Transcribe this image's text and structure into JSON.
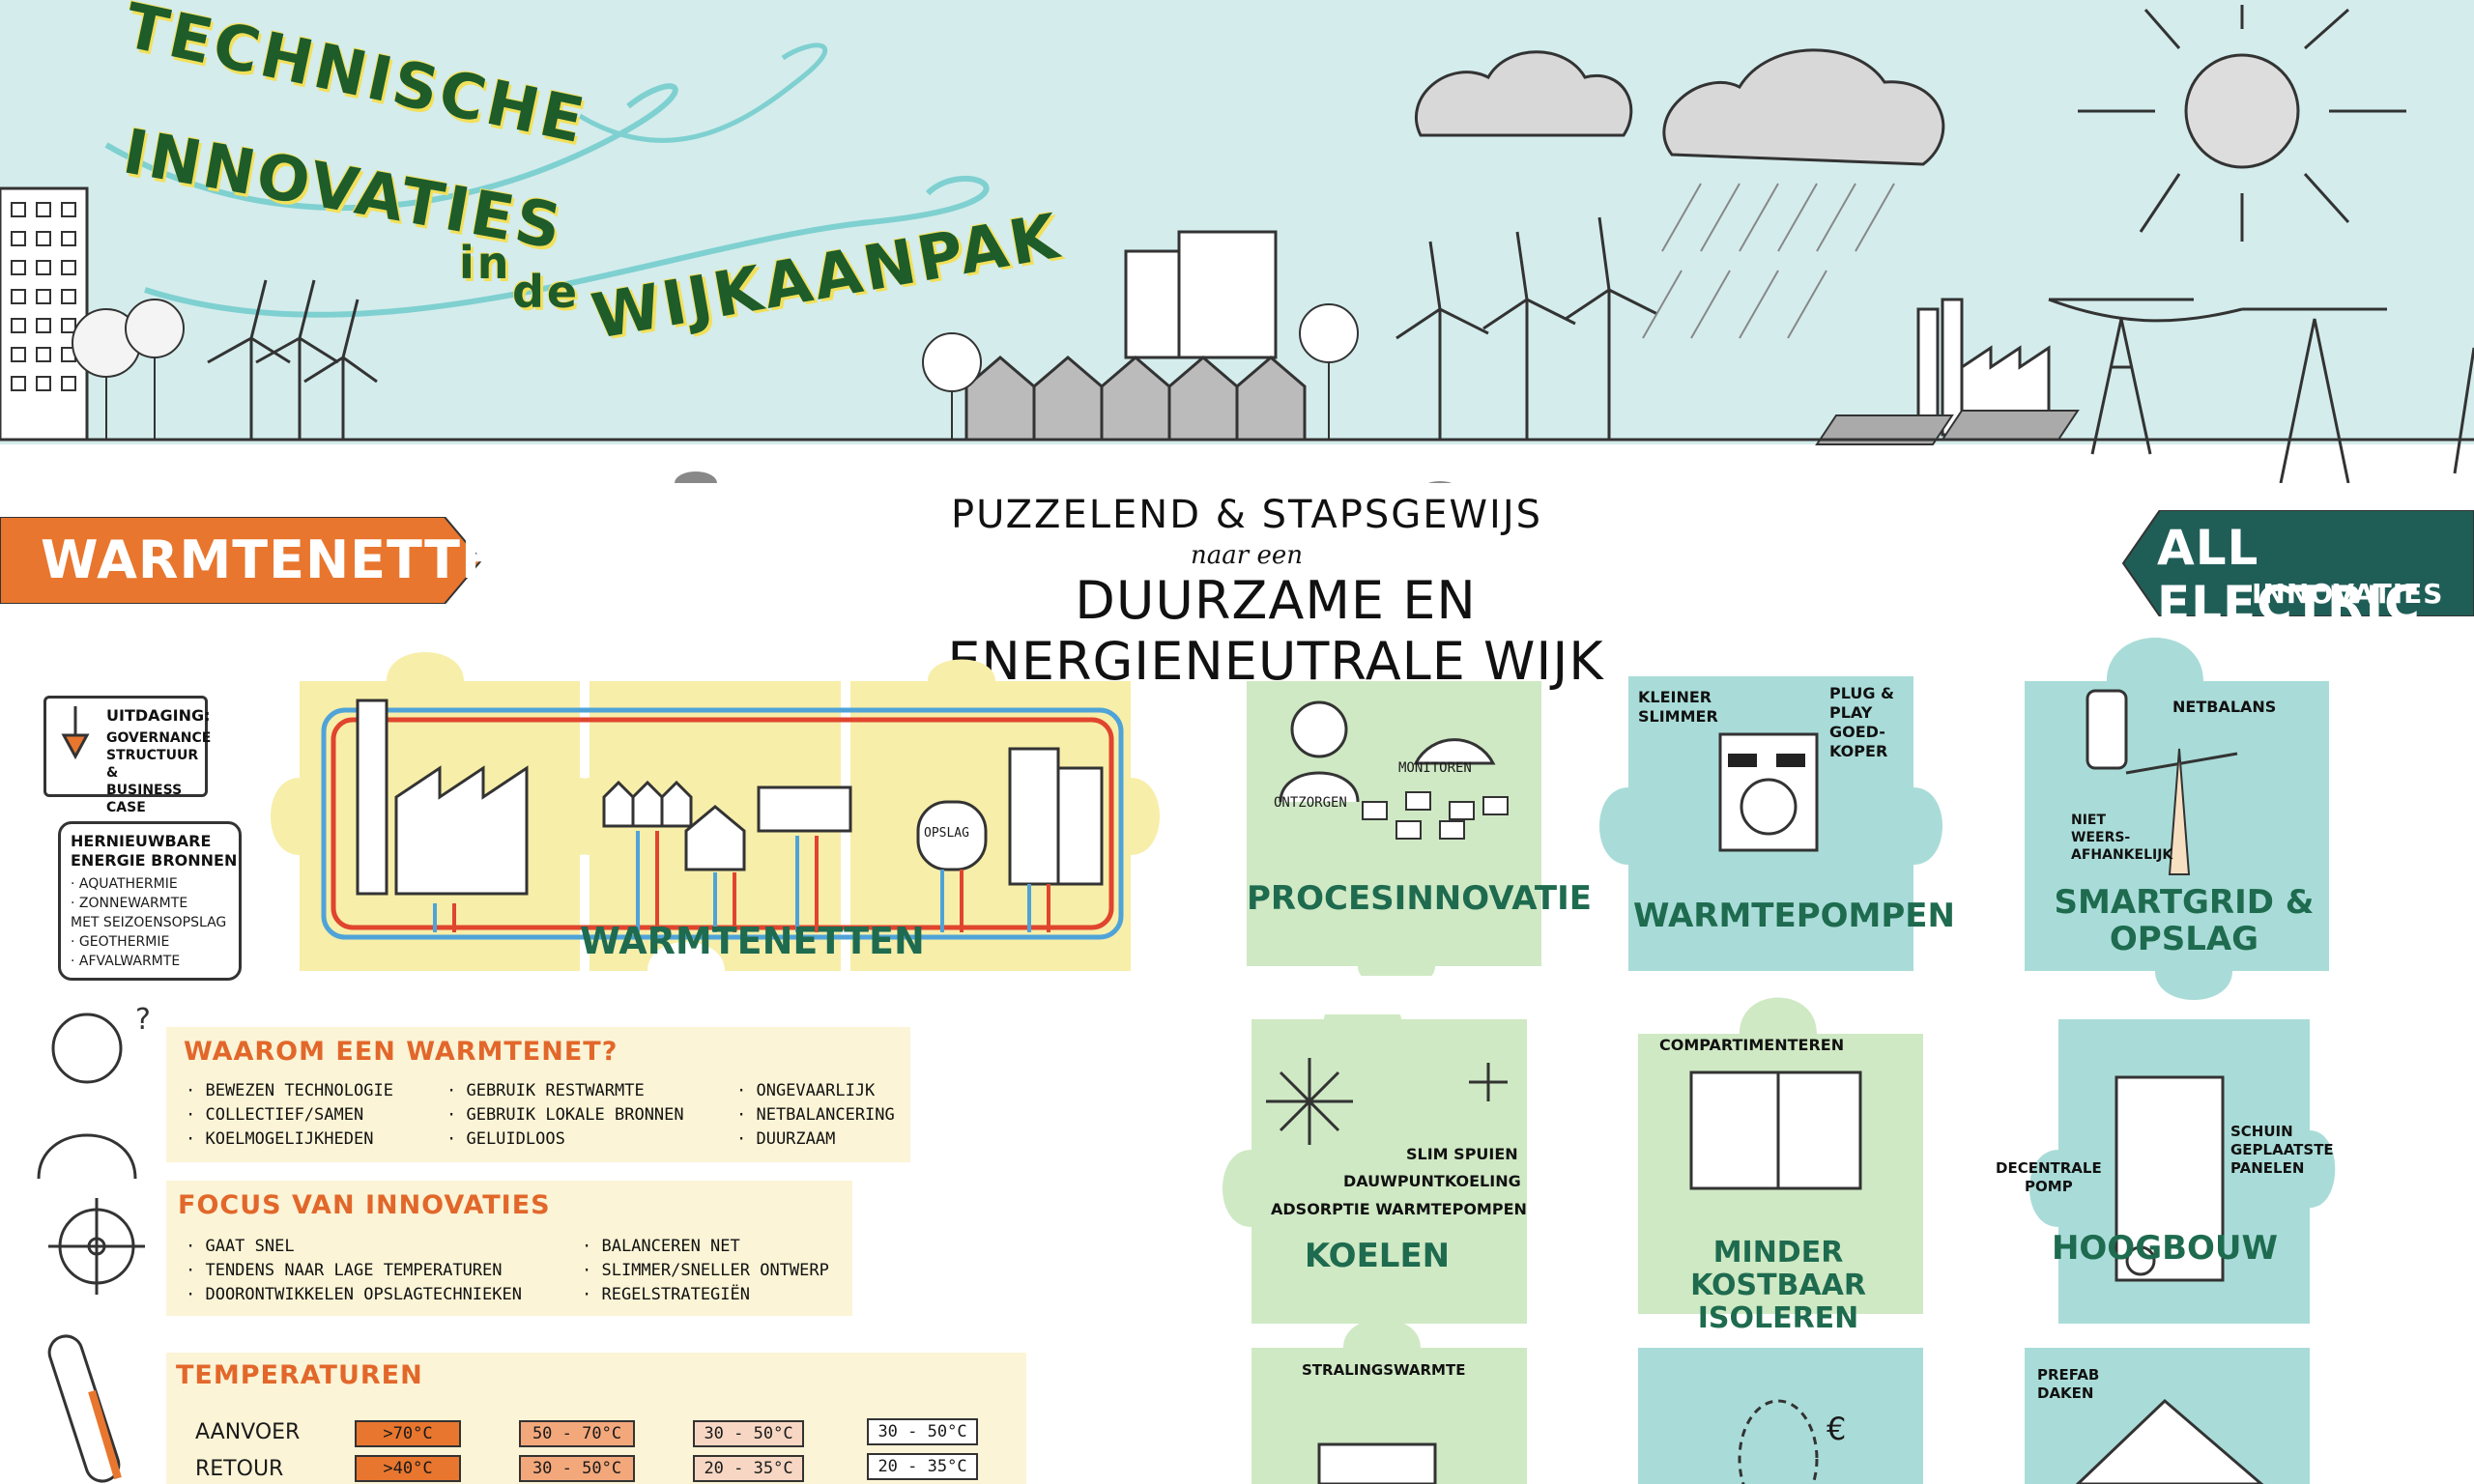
{
  "header": {
    "title_line1": "TECHNISCHE",
    "title_line2": "INNOVATIES",
    "title_in": "in",
    "title_de": "de",
    "title_wijk": "WIJKAANPAK"
  },
  "banners": {
    "left": "WARMTENETTEN",
    "right_line1": "ALL ELECTRIC",
    "right_line2": "INNOVATIES"
  },
  "subtitle": {
    "line1": "PUZZELEND & STAPSGEWIJS",
    "line2": "naar een",
    "line3": "DUURZAME EN ENERGIENEUTRALE WIJK"
  },
  "challenge": {
    "heading": "UITDAGING:",
    "items": [
      "GOVERNANCE",
      "STRUCTUUR &",
      "BUSINESS CASE"
    ]
  },
  "sources": {
    "heading1": "HERNIEUWBARE",
    "heading2": "ENERGIE BRONNEN",
    "items": [
      "· AQUATHERMIE",
      "· ZONNEWARMTE",
      "  MET SEIZOENSOPSLAG",
      "· GEOTHERMIE",
      "· AFVALWARMTE"
    ]
  },
  "heatnet": {
    "caption": "WARMTENETTEN",
    "storage_label": "OPSLAG"
  },
  "why": {
    "title": "WAAROM EEN WARMTENET?",
    "col1": [
      "· BEWEZEN TECHNOLOGIE",
      "· COLLECTIEF/SAMEN",
      "· KOELMOGELIJKHEDEN"
    ],
    "col2": [
      "· GEBRUIK RESTWARMTE",
      "· GEBRUIK LOKALE BRONNEN",
      "· GELUIDLOOS"
    ],
    "col3": [
      "· ONGEVAARLIJK",
      "· NETBALANCERING",
      "· DUURZAAM"
    ]
  },
  "focus": {
    "title": "FOCUS VAN INNOVATIES",
    "col1": [
      "· GAAT SNEL",
      "· TENDENS NAAR LAGE TEMPERATUREN",
      "· DOORONTWIKKELEN OPSLAGTECHNIEKEN"
    ],
    "col2": [
      "· BALANCEREN NET",
      "· SLIMMER/SNELLER ONTWERP",
      "· REGELSTRATEGIËN"
    ]
  },
  "temps": {
    "title": "TEMPERATUREN",
    "row1_label": "AANVOER",
    "row2_label": "RETOUR",
    "row1": [
      ">70°C",
      "50 - 70°C",
      "30 - 50°C",
      "30 - 50°C"
    ],
    "row2": [
      ">40°C",
      "30 - 50°C",
      "20 - 35°C",
      "20 - 35°C"
    ]
  },
  "puzzles": {
    "proces": {
      "caption": "PROCESINNOVATIE",
      "label_monitoren": "MONITOREN",
      "label_ontzorgen": "ONTZORGEN"
    },
    "warmtepompen": {
      "caption": "WARMTEPOMPEN",
      "label_kleiner1": "KLEINER",
      "label_kleiner2": "SLIMMER",
      "label_plug1": "PLUG &",
      "label_plug2": "PLAY",
      "label_plug3": "GOED-",
      "label_plug4": "KOPER"
    },
    "smartgrid": {
      "caption1": "SMARTGRID &",
      "caption2": "OPSLAG",
      "label_netbalans": "NETBALANS",
      "label_niet1": "NIET",
      "label_niet2": "WEERS-",
      "label_niet3": "AFHANKELIJK"
    },
    "koelen": {
      "caption": "KOELEN",
      "label1": "SLIM SPUIEN",
      "label2": "DAUWPUNTKOELING",
      "label3": "ADSORPTIE WARMTEPOMPEN"
    },
    "isoleren": {
      "caption1": "MINDER KOSTBAAR",
      "caption2": "ISOLEREN",
      "label": "COMPARTIMENTEREN"
    },
    "hoogbouw": {
      "caption": "HOOGBOUW",
      "label_schuin1": "SCHUIN",
      "label_schuin2": "GEPLAATSTE",
      "label_schuin3": "PANELEN",
      "label_dec1": "DECENTRALE",
      "label_dec2": "POMP"
    },
    "straling": {
      "label": "STRALINGSWARMTE"
    },
    "euro": {
      "symbol": "€"
    },
    "prefab": {
      "label1": "PREFAB",
      "label2": "DAKEN"
    }
  },
  "colors": {
    "sky": "#d4ecec",
    "orange": "#e8762e",
    "teal_dark": "#1f5e57",
    "puzzle_green": "#cfe9c4",
    "puzzle_teal": "#a9dcd8",
    "puzzle_yellow": "#f7eea9",
    "text_green": "#1e6b4f"
  }
}
